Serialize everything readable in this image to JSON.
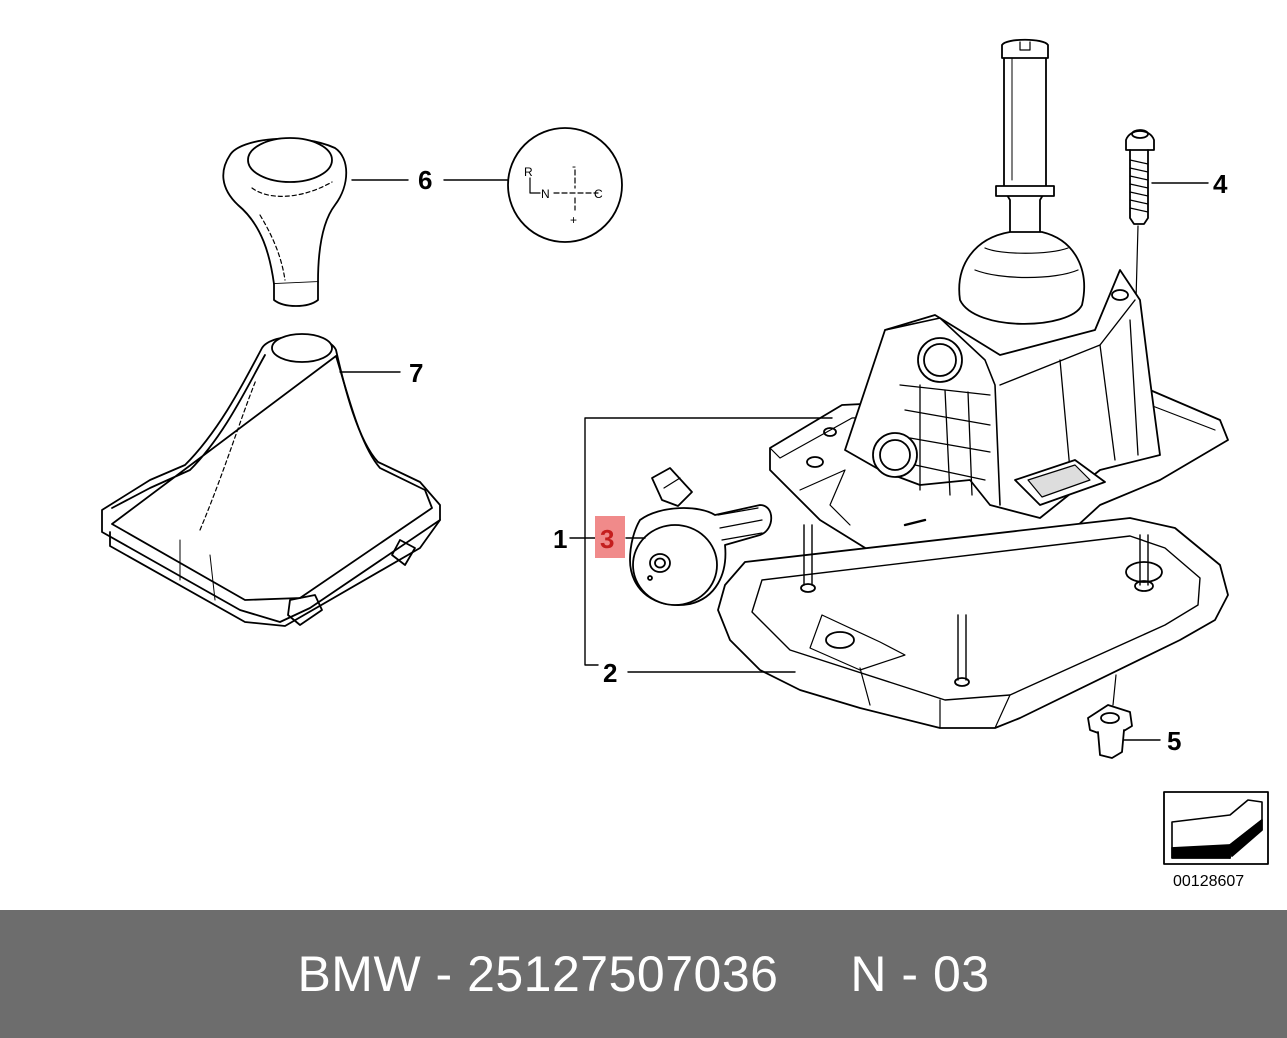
{
  "callouts": {
    "c1": "1",
    "c2": "2",
    "c3": "3",
    "c4": "4",
    "c5": "5",
    "c6": "6",
    "c7": "7"
  },
  "shift_pattern": {
    "r": "R",
    "n": "N",
    "c": "C",
    "minus": "-",
    "plus": "+"
  },
  "diagram_ref": "00128607",
  "footer": {
    "text": "BMW - 25127507036     N - 03"
  },
  "colors": {
    "footer_bg": "#6d6d6d",
    "highlight": "#f08a8a",
    "highlight_text": "#c41e1e"
  }
}
